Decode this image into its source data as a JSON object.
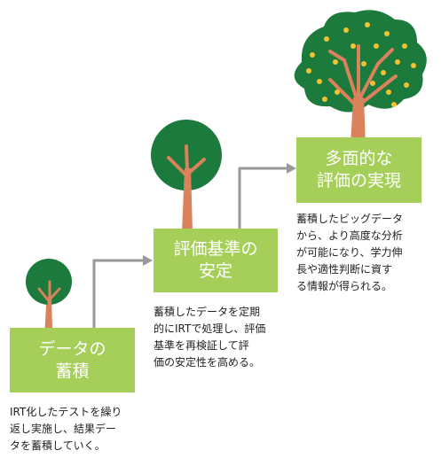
{
  "steps": [
    {
      "title_lines": [
        "データの",
        "蓄積"
      ],
      "desc_lines": [
        "IRT化したテストを繰り",
        "返し実施し、結果デー",
        "タを蓄積していく。"
      ]
    },
    {
      "title_lines": [
        "評価基準の",
        "安定"
      ],
      "desc_lines": [
        "蓄積したデータを定期",
        "的にIRTで処理し、評価",
        "基準を再検証して評",
        "価の安定性を高める。"
      ]
    },
    {
      "title_lines": [
        "多面的な",
        "評価の実現"
      ],
      "desc_lines": [
        "蓄積したビッグデータ",
        "から、より高度な分析",
        "が可能になり、学力伸",
        "長や適性判断に資す",
        "る情報が得られる。"
      ]
    }
  ],
  "colors": {
    "box_green": "#a6cf5a",
    "foliage_green": "#1b7a3c",
    "trunk_orange": "#d9825b",
    "arrow_gray": "#9a9a9a",
    "blossom_yellow": "#f2c230"
  },
  "icons": [
    "small-tree-icon",
    "medium-tree-icon",
    "large-flowering-tree-icon",
    "arrow-icon"
  ]
}
